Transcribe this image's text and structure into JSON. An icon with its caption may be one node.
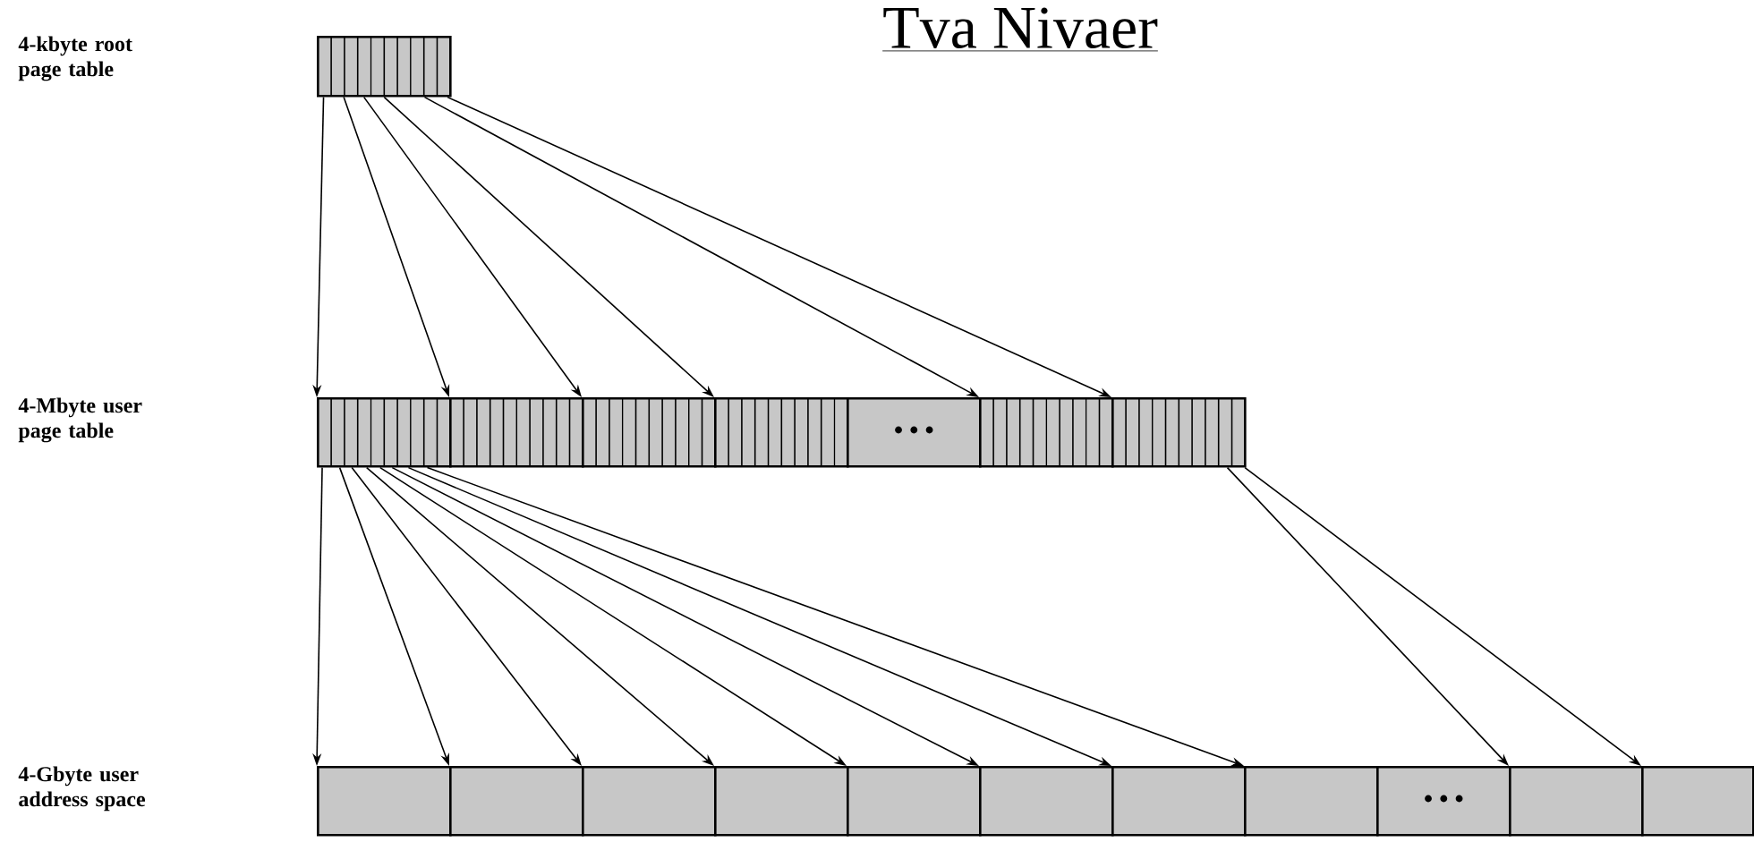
{
  "diagram": {
    "title": "Tva Nivaer",
    "nodes": [
      {
        "text": [],
        "shape": "box"
      },
      {
        "text": [],
        "shape": "box"
      },
      {
        "text": [],
        "shape": "box"
      },
      {
        "text": [],
        "shape": "box"
      },
      {
        "text": [],
        "shape": "box"
      },
      {
        "text": [
          "• • •"
        ]
      },
      {
        "text": [],
        "shape": "box"
      },
      {
        "text": [],
        "shape": "box"
      },
      {
        "text": [],
        "shape": "box"
      },
      {
        "text": [],
        "shape": "box"
      },
      {
        "text": [],
        "shape": "box"
      },
      {
        "text": [],
        "shape": "box"
      },
      {
        "text": [],
        "shape": "box"
      },
      {
        "text": [],
        "shape": "box"
      },
      {
        "text": [],
        "shape": "box"
      },
      {
        "text": [],
        "shape": "box"
      },
      {
        "text": [
          "• • •"
        ]
      },
      {
        "text": [],
        "shape": "box"
      },
      {
        "text": [],
        "shape": "box"
      }
    ],
    "edges": [
      {
        "from": 0,
        "to": 1,
        "arrow": "to"
      },
      {
        "from": 0,
        "to": 2,
        "arrow": "to"
      },
      {
        "from": 0,
        "to": 3,
        "arrow": "to"
      },
      {
        "from": 0,
        "to": 4,
        "arrow": "to"
      },
      {
        "from": 0,
        "to": 6,
        "arrow": "to"
      },
      {
        "from": 0,
        "to": 7,
        "arrow": "to"
      },
      {
        "from": 1,
        "to": 8,
        "arrow": "to"
      },
      {
        "from": 1,
        "to": 9,
        "arrow": "to"
      },
      {
        "from": 1,
        "to": 10,
        "arrow": "to"
      },
      {
        "from": 1,
        "to": 11,
        "arrow": "to"
      },
      {
        "from": 1,
        "to": 12,
        "arrow": "to"
      },
      {
        "from": 1,
        "to": 13,
        "arrow": "to"
      },
      {
        "from": 1,
        "to": 14,
        "arrow": "to"
      },
      {
        "from": 1,
        "to": 15,
        "arrow": "to"
      },
      {
        "from": 7,
        "to": 17,
        "arrow": "to"
      },
      {
        "from": 7,
        "to": 18,
        "arrow": "to"
      }
    ],
    "labels": [
      "4-kbyte root page table",
      "4-Mbyte user page table",
      "4-Gbyte user address space"
    ]
  }
}
